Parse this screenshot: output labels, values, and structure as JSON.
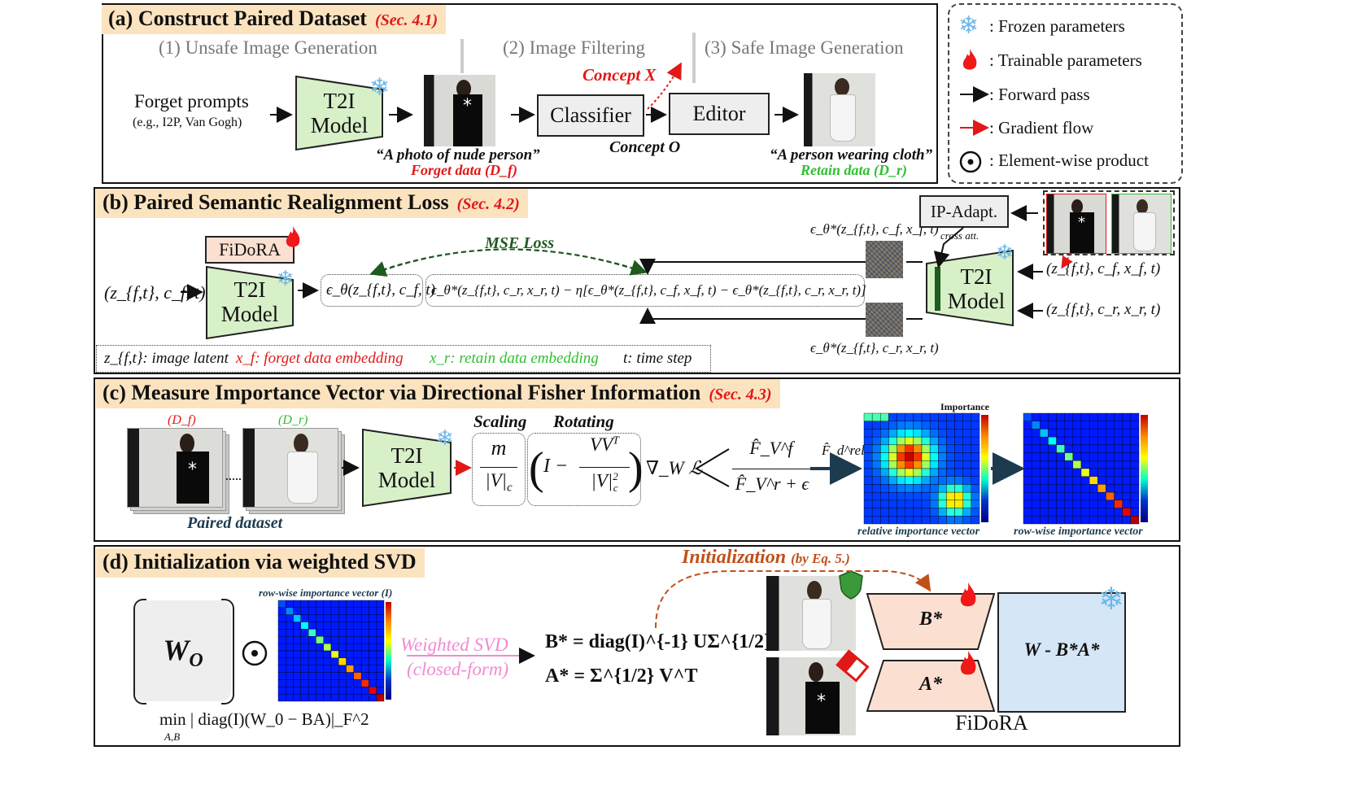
{
  "legend": {
    "frozen": ": Frozen parameters",
    "trainable": ": Trainable parameters",
    "forward": ": Forward pass",
    "gradient": ": Gradient flow",
    "product": ": Element-wise product"
  },
  "panel_a": {
    "title": "(a) Construct Paired Dataset",
    "sec": "(Sec. 4.1)",
    "step1": "(1) Unsafe Image Generation",
    "step2": "(2) Image Filtering",
    "step3": "(3) Safe Image Generation",
    "forget_prompts": "Forget prompts",
    "forget_examples": "(e.g., I2P, Van Gogh)",
    "t2i_line1": "T2I",
    "t2i_line2": "Model",
    "classifier": "Classifier",
    "editor": "Editor",
    "concept_x": "Concept X",
    "concept_o": "Concept O",
    "caption_forget": "“A photo of nude person”",
    "forget_data": "Forget data (D_f)",
    "caption_retain": "“A person wearing cloth”",
    "retain_data": "Retain data (D_r)"
  },
  "panel_b": {
    "title": "(b) Paired Semantic Realignment Loss",
    "sec": "(Sec. 4.2)",
    "fidora": "FiDoRA",
    "mse_loss": "MSE Loss",
    "ip_adapt": "IP-Adapt.",
    "cross_att": "cross att.",
    "t2i_line1": "T2I",
    "t2i_line2": "Model",
    "input": "(z_{f,t}, c_f, t)",
    "eps_theta": "ϵ_θ(z_{f,t}, c_f, t)",
    "target_eq": "ϵ_θ*(z_{f,t}, c_r, x_r, t) − η[ϵ_θ*(z_{f,t}, c_f, x_f, t) − ϵ_θ*(z_{f,t}, c_r, x_r, t)]",
    "eps_top": "ϵ_θ*(z_{f,t}, c_f, x_f, t)",
    "eps_bottom": "ϵ_θ*(z_{f,t}, c_r, x_r, t)",
    "in_top": "(z_{f,t}, c_f, x_f, t)",
    "in_bottom": "(z_{f,t}, c_r, x_r, t)",
    "legend_z": "z_{f,t}: image latent",
    "legend_xf": "x_f: forget data embedding",
    "legend_xr": "x_r: retain data embedding",
    "legend_t": "t: time step"
  },
  "panel_c": {
    "title": "(c) Measure Importance Vector via Directional Fisher Information",
    "sec": "(Sec. 4.3)",
    "df": "(D_f)",
    "dr": "(D_r)",
    "paired_dataset": "Paired dataset",
    "t2i_line1": "T2I",
    "t2i_line2": "Model",
    "scaling": "Scaling",
    "rotating": "Rotating",
    "grad": "∇_W ℒ",
    "f_num": "F̂_V^f",
    "f_den": "F̂_V^r + ϵ",
    "f_rel": "F̂_d^rel",
    "importance": "Importance",
    "rel_vec": "relative importance vector",
    "row_vec": "row-wise importance vector"
  },
  "panel_d": {
    "title": "(d) Initialization via weighted SVD",
    "w0": "W_O",
    "row_vec_label": "row-wise importance vector (I)",
    "min_eq": "min | diag(I)(W_0 − BA)|_F^2",
    "min_sub": "A,B",
    "weighted_svd_1": "Weighted SVD",
    "weighted_svd_2": "(closed-form)",
    "b_eq": "B* = diag(I)^{-1} UΣ^{1/2}",
    "a_eq": "A* = Σ^{1/2} V^T",
    "init": "Initialization",
    "init_ref": "(by Eq. 5.)",
    "b_star": "B*",
    "a_star": "A*",
    "w_minus": "W - B*A*",
    "fidora": "FiDoRA"
  },
  "colors": {
    "t2i_fill": "#d7f0c8",
    "red_accent": "#e01818",
    "green_accent": "#2fbf2f",
    "title_bg": "#fbe3bf",
    "fidora_fill": "#fbe0d2",
    "w_fill": "#d5e6f6",
    "init_orange": "#c0501a",
    "svd_pink": "#f08bd2"
  }
}
